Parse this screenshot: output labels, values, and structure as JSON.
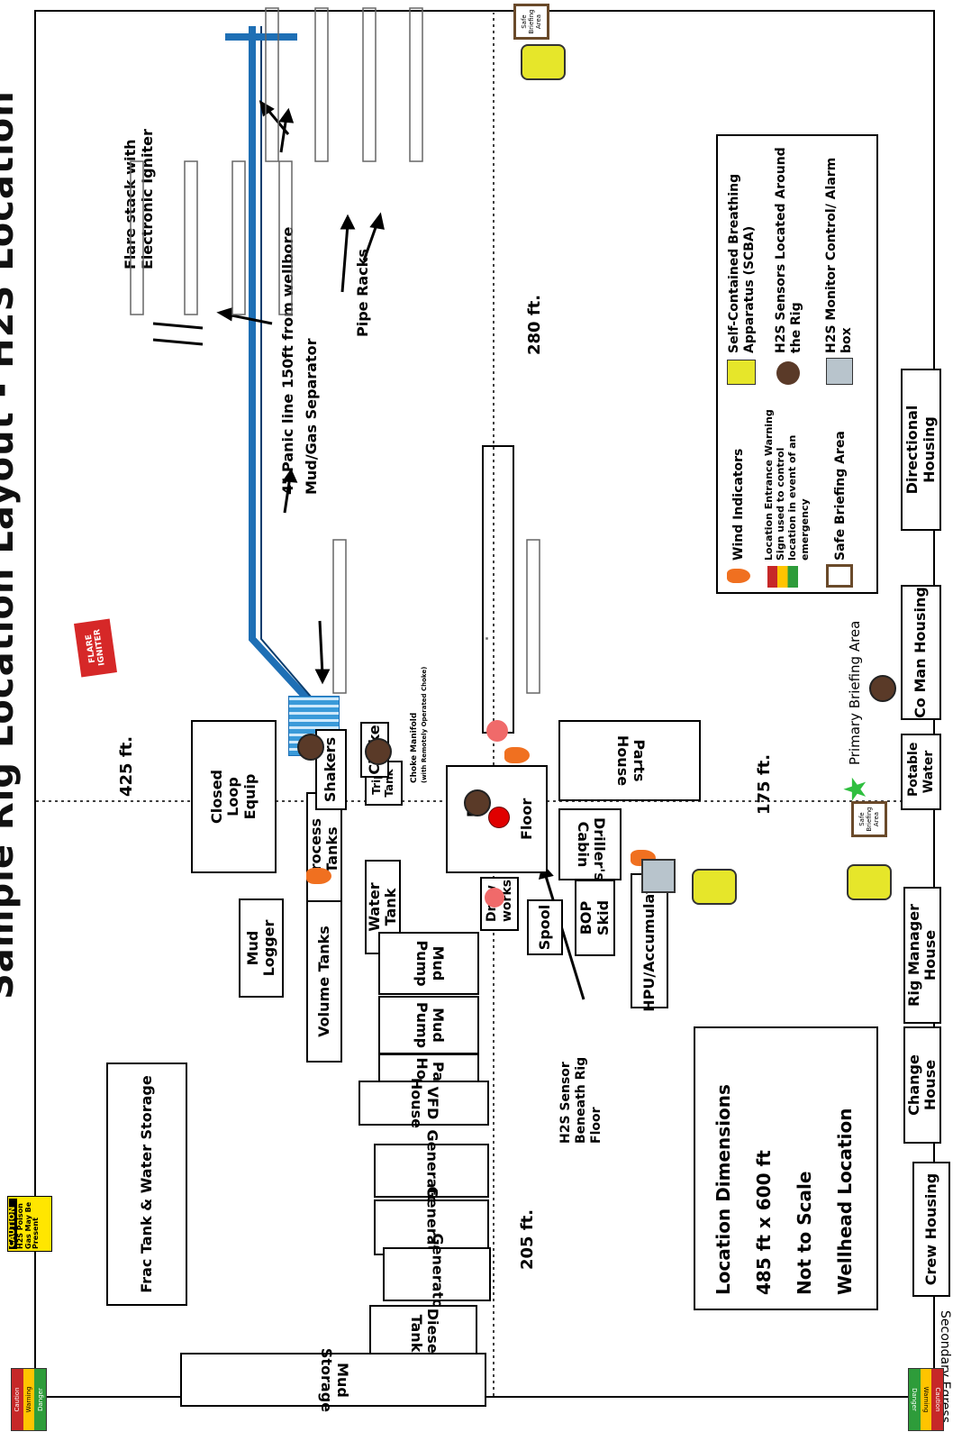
{
  "title": "Sample Rig Location Layout - H2S Location",
  "boxes": {
    "closed_loop": "Closed Loop Equip",
    "mud_logger": "Mud Logger",
    "process_tanks": "Process Tanks",
    "shakers": "Shakers",
    "trip_tank": "Trip Tank",
    "choke": "Choke",
    "water_tank": "Water Tank",
    "volume_tanks": "Volume Tanks",
    "mud_pump_1": "Mud Pump",
    "mud_pump_2": "Mud Pump",
    "parts_house_1": "Parts House",
    "vfd_house": "VFD House",
    "generator_1": "Generator",
    "generator_2": "Generator",
    "generator_3": "Generator",
    "diesel_tank": "Diesel Tank",
    "frac_tank": "Frac Tank & Water Storage",
    "mud_storage": "Mud Storage",
    "rig_floor_rig": "Rig",
    "rig_floor_floor": "Floor",
    "draw_works": "Draw works",
    "spool": "Spool",
    "bop_skid": "BOP Skid",
    "hpu": "HPU/Accumulator",
    "drillers_cabin": "Driller's Cabin",
    "parts_house_2": "Parts House",
    "rig_manager_house": "Rig Manager House",
    "change_house": "Change House",
    "crew_housing": "Crew Housing",
    "potable_water": "Potable Water",
    "co_man_housing": "Co Man Housing",
    "directional_housing": "Directional Housing"
  },
  "labels": {
    "flare_stack": "Flare stack with Electronic Igniter",
    "panic_line": "4\" Panic line 150ft from wellbore",
    "mud_gas": "Mud/Gas Separator",
    "pipe_racks": "Pipe Racks",
    "choke_manifold": "Choke Manifold",
    "choke_manifold_sub": "(with Remotely Operated Choke)",
    "h2s_sensor_beneath": "H2S Sensor Beneath Rig Floor",
    "primary_briefing": "Primary Briefing Area",
    "secondary_egress": "Secondary Egress",
    "flare_igniter": "FLARE IGNITER",
    "dim_425": "425 ft.",
    "dim_280": "280 ft.",
    "dim_205": "205 ft.",
    "dim_175": "175 ft.",
    "loc_dims": "Location Dimensions",
    "loc_size": "485 ft x 600 ft",
    "not_scale": "Not to Scale",
    "wellhead": "Wellhead Location"
  },
  "legend": {
    "scba": "Self-Contained Breathing Apparatus (SCBA)",
    "h2s_sensors": "H2S Sensors Located Around the Rig",
    "h2s_monitor": "H2S Monitor Control/ Alarm box",
    "wind": "Wind Indicators",
    "entrance_warning": "Location Entrance Warning Sign used to control location in event of an emergency",
    "safe_briefing": "Safe Briefing Area"
  },
  "signs": {
    "caution": "CAUTION",
    "caution_text": "H2S Poison Gas May Be Present",
    "c1": "Caution",
    "c2": "Warning",
    "c3": "Danger",
    "safe_area": "Safe Briefing Area"
  },
  "colors": {
    "pipe": "#1e6fb5",
    "wellhead": "#e00000",
    "wind": "#f07020",
    "star": "#2fbf3f",
    "igniter": "#d62828"
  }
}
